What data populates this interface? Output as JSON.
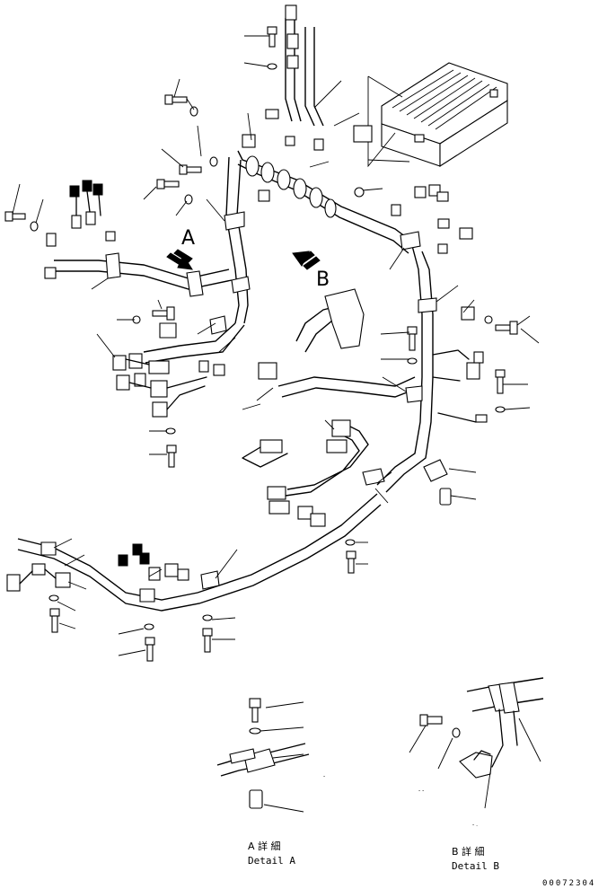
{
  "diagram": {
    "view_labels": {
      "a": "A",
      "b": "B"
    },
    "details": {
      "a": {
        "title_jp": "A 詳 細",
        "title_en": "Detail A"
      },
      "b": {
        "title_jp": "B 詳 細",
        "title_en": "Detail B"
      }
    },
    "drawing_number": "00072304",
    "line_color": "#000000",
    "background_color": "#ffffff"
  }
}
